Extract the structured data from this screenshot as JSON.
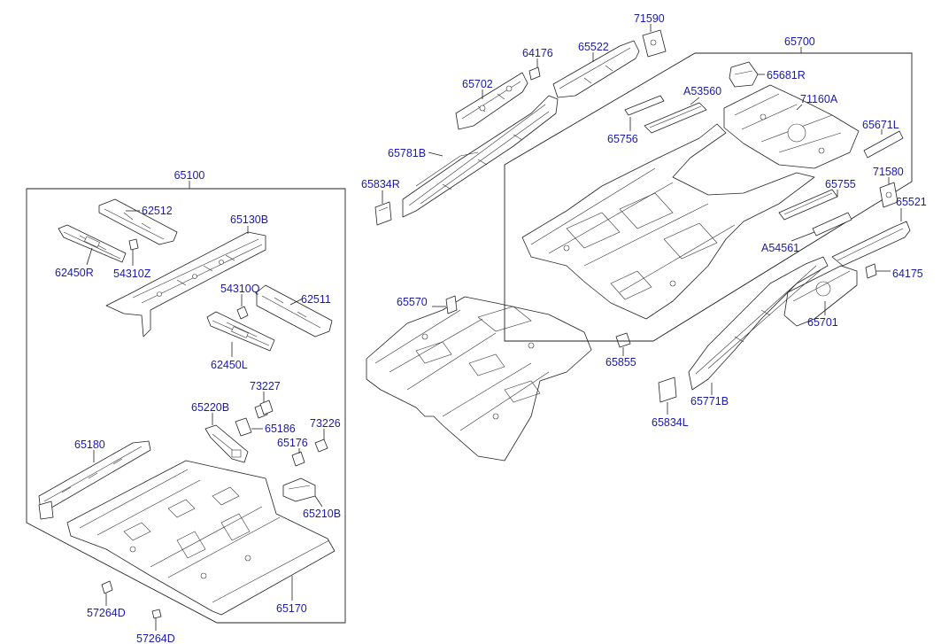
{
  "diagram": {
    "labels": {
      "p65100": "65100",
      "p62512": "62512",
      "p62450R": "62450R",
      "p54310Z": "54310Z",
      "p65130B": "65130B",
      "p54310Q": "54310Q",
      "p62511": "62511",
      "p62450L": "62450L",
      "p73227": "73227",
      "p65220B": "65220B",
      "p65186": "65186",
      "p73226": "73226",
      "p65176": "65176",
      "p65180": "65180",
      "p65210B": "65210B",
      "p65170": "65170",
      "p57264D_a": "57264D",
      "p57264D_b": "57264D",
      "p65702": "65702",
      "p64176": "64176",
      "p65522": "65522",
      "p71590": "71590",
      "p65781B": "65781B",
      "p65834R": "65834R",
      "p65570": "65570",
      "p65855": "65855",
      "p65700": "65700",
      "p65681R": "65681R",
      "pA53560": "A53560",
      "p71160A": "71160A",
      "p65756": "65756",
      "p65671L": "65671L",
      "p71580": "71580",
      "p65755": "65755",
      "p65521": "65521",
      "pA54561": "A54561",
      "p64175": "64175",
      "p65701": "65701",
      "p65834L": "65834L",
      "p65771B": "65771B"
    },
    "colors": {
      "label": "#1a1aa8",
      "line": "#222222",
      "background": "#ffffff"
    }
  }
}
